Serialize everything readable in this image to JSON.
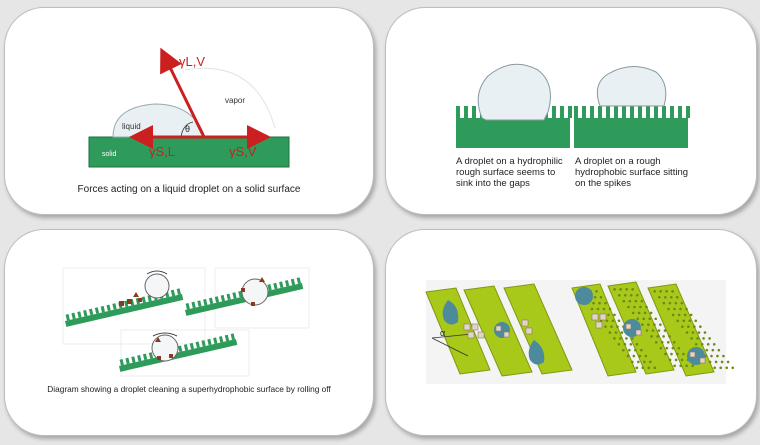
{
  "panel1": {
    "gamma_lv": "γL,V",
    "gamma_sl": "γS,L",
    "gamma_sv": "γS,V",
    "theta": "θ",
    "liquid": "liquid",
    "vapor": "vapor",
    "solid": "solid",
    "caption": "Forces acting on a liquid droplet on a solid surface"
  },
  "panel2": {
    "caption_left": "A droplet on a hydrophilic rough surface seems to sink into the gaps",
    "caption_right": "A droplet on a rough hydrophobic surface sitting on the spikes"
  },
  "panel3": {
    "caption": "Diagram showing a droplet cleaning a superhydrophobic surface by rolling off"
  },
  "panel4": {
    "alpha": "α"
  },
  "colors": {
    "solid_green": "#2e9b5b",
    "force_red": "#cc1f1f",
    "droplet_fill": "#e8f0f4",
    "strip_green": "#a8c81a",
    "drop_teal": "#4d8a9c",
    "dirt_brown": "#8a3a1e"
  }
}
